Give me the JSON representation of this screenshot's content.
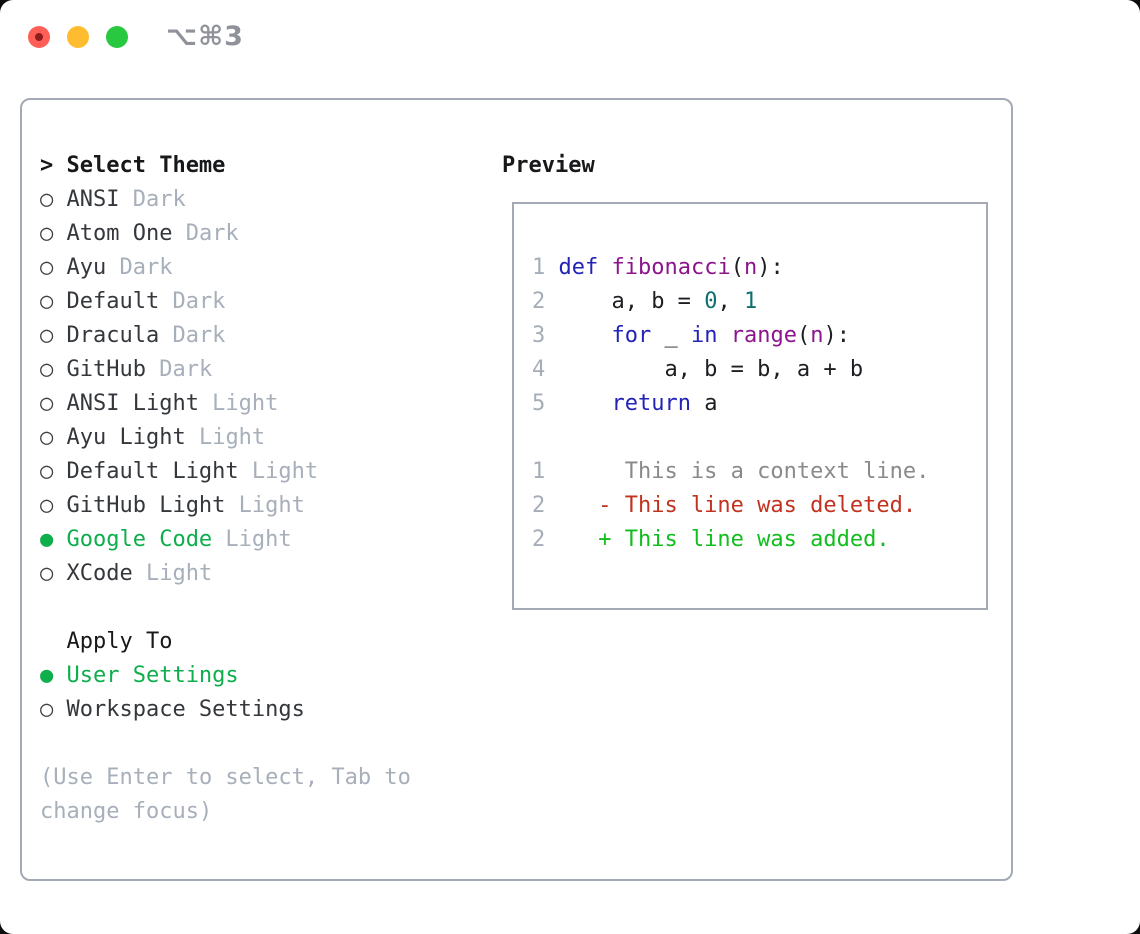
{
  "window": {
    "title_shortcut": "⌥⌘3"
  },
  "icons": {
    "radio_selected": "●",
    "radio_unselected": "○",
    "header_pointer": ">",
    "traffic_lights": [
      "close-icon",
      "minimize-icon",
      "zoom-icon"
    ]
  },
  "colors": {
    "selected-green": "#0eae4d",
    "keyword-blue": "#2323b8",
    "function-purple": "#8c158c",
    "literal-teal": "#0f6f6f",
    "context-gray": "#8a8a8a",
    "diff-deleted-red": "#c2331f",
    "diff-added-green": "#12bd1e",
    "muted-gray": "#a7afba",
    "traffic-red": "#ff5f57",
    "traffic-yellow": "#febc2e",
    "traffic-green": "#28c840"
  },
  "left": {
    "header": {
      "marker": ">",
      "label": "Select Theme"
    },
    "themes": [
      {
        "name": "ANSI",
        "variant": "Dark",
        "selected": false
      },
      {
        "name": "Atom One",
        "variant": "Dark",
        "selected": false
      },
      {
        "name": "Ayu",
        "variant": "Dark",
        "selected": false
      },
      {
        "name": "Default",
        "variant": "Dark",
        "selected": false
      },
      {
        "name": "Dracula",
        "variant": "Dark",
        "selected": false
      },
      {
        "name": "GitHub",
        "variant": "Dark",
        "selected": false
      },
      {
        "name": "ANSI Light",
        "variant": "Light",
        "selected": false
      },
      {
        "name": "Ayu Light",
        "variant": "Light",
        "selected": false
      },
      {
        "name": "Default Light",
        "variant": "Light",
        "selected": false
      },
      {
        "name": "GitHub Light",
        "variant": "Light",
        "selected": false
      },
      {
        "name": "Google Code",
        "variant": "Light",
        "selected": true
      },
      {
        "name": "XCode",
        "variant": "Light",
        "selected": false
      }
    ],
    "apply_to": {
      "label": "Apply To",
      "options": [
        {
          "name": "User Settings",
          "selected": true
        },
        {
          "name": "Workspace Settings",
          "selected": false
        }
      ]
    },
    "help_lines": [
      "(Use Enter to select, Tab to",
      "change focus)"
    ]
  },
  "preview": {
    "title": "Preview",
    "lines": [
      {
        "num": "1",
        "tokens": [
          {
            "t": " ",
            "s": "p"
          },
          {
            "t": "def",
            "s": "kw"
          },
          {
            "t": " ",
            "s": "p"
          },
          {
            "t": "fibonacci",
            "s": "fn"
          },
          {
            "t": "(",
            "s": "p"
          },
          {
            "t": "n",
            "s": "fn"
          },
          {
            "t": "):",
            "s": "p"
          }
        ]
      },
      {
        "num": "2",
        "tokens": [
          {
            "t": "     a, b = ",
            "s": "p"
          },
          {
            "t": "0",
            "s": "lit"
          },
          {
            "t": ", ",
            "s": "p"
          },
          {
            "t": "1",
            "s": "lit"
          }
        ]
      },
      {
        "num": "3",
        "tokens": [
          {
            "t": "     ",
            "s": "p"
          },
          {
            "t": "for",
            "s": "kw"
          },
          {
            "t": " _ ",
            "s": "p"
          },
          {
            "t": "in",
            "s": "kw"
          },
          {
            "t": " ",
            "s": "p"
          },
          {
            "t": "range",
            "s": "fn"
          },
          {
            "t": "(",
            "s": "p"
          },
          {
            "t": "n",
            "s": "fn"
          },
          {
            "t": "):",
            "s": "p"
          }
        ]
      },
      {
        "num": "4",
        "tokens": [
          {
            "t": "         a, b = b, a + b",
            "s": "p"
          }
        ]
      },
      {
        "num": "5",
        "tokens": [
          {
            "t": "     ",
            "s": "p"
          },
          {
            "t": "return",
            "s": "kw"
          },
          {
            "t": " a",
            "s": "p"
          }
        ]
      },
      {
        "num": "",
        "tokens": []
      },
      {
        "num": "1",
        "tokens": [
          {
            "t": "      This is a context line.",
            "s": "ctx"
          }
        ]
      },
      {
        "num": "2",
        "tokens": [
          {
            "t": "    - This line was deleted.",
            "s": "del"
          }
        ]
      },
      {
        "num": "2",
        "tokens": [
          {
            "t": "    + This line was added.",
            "s": "add"
          }
        ]
      }
    ]
  }
}
